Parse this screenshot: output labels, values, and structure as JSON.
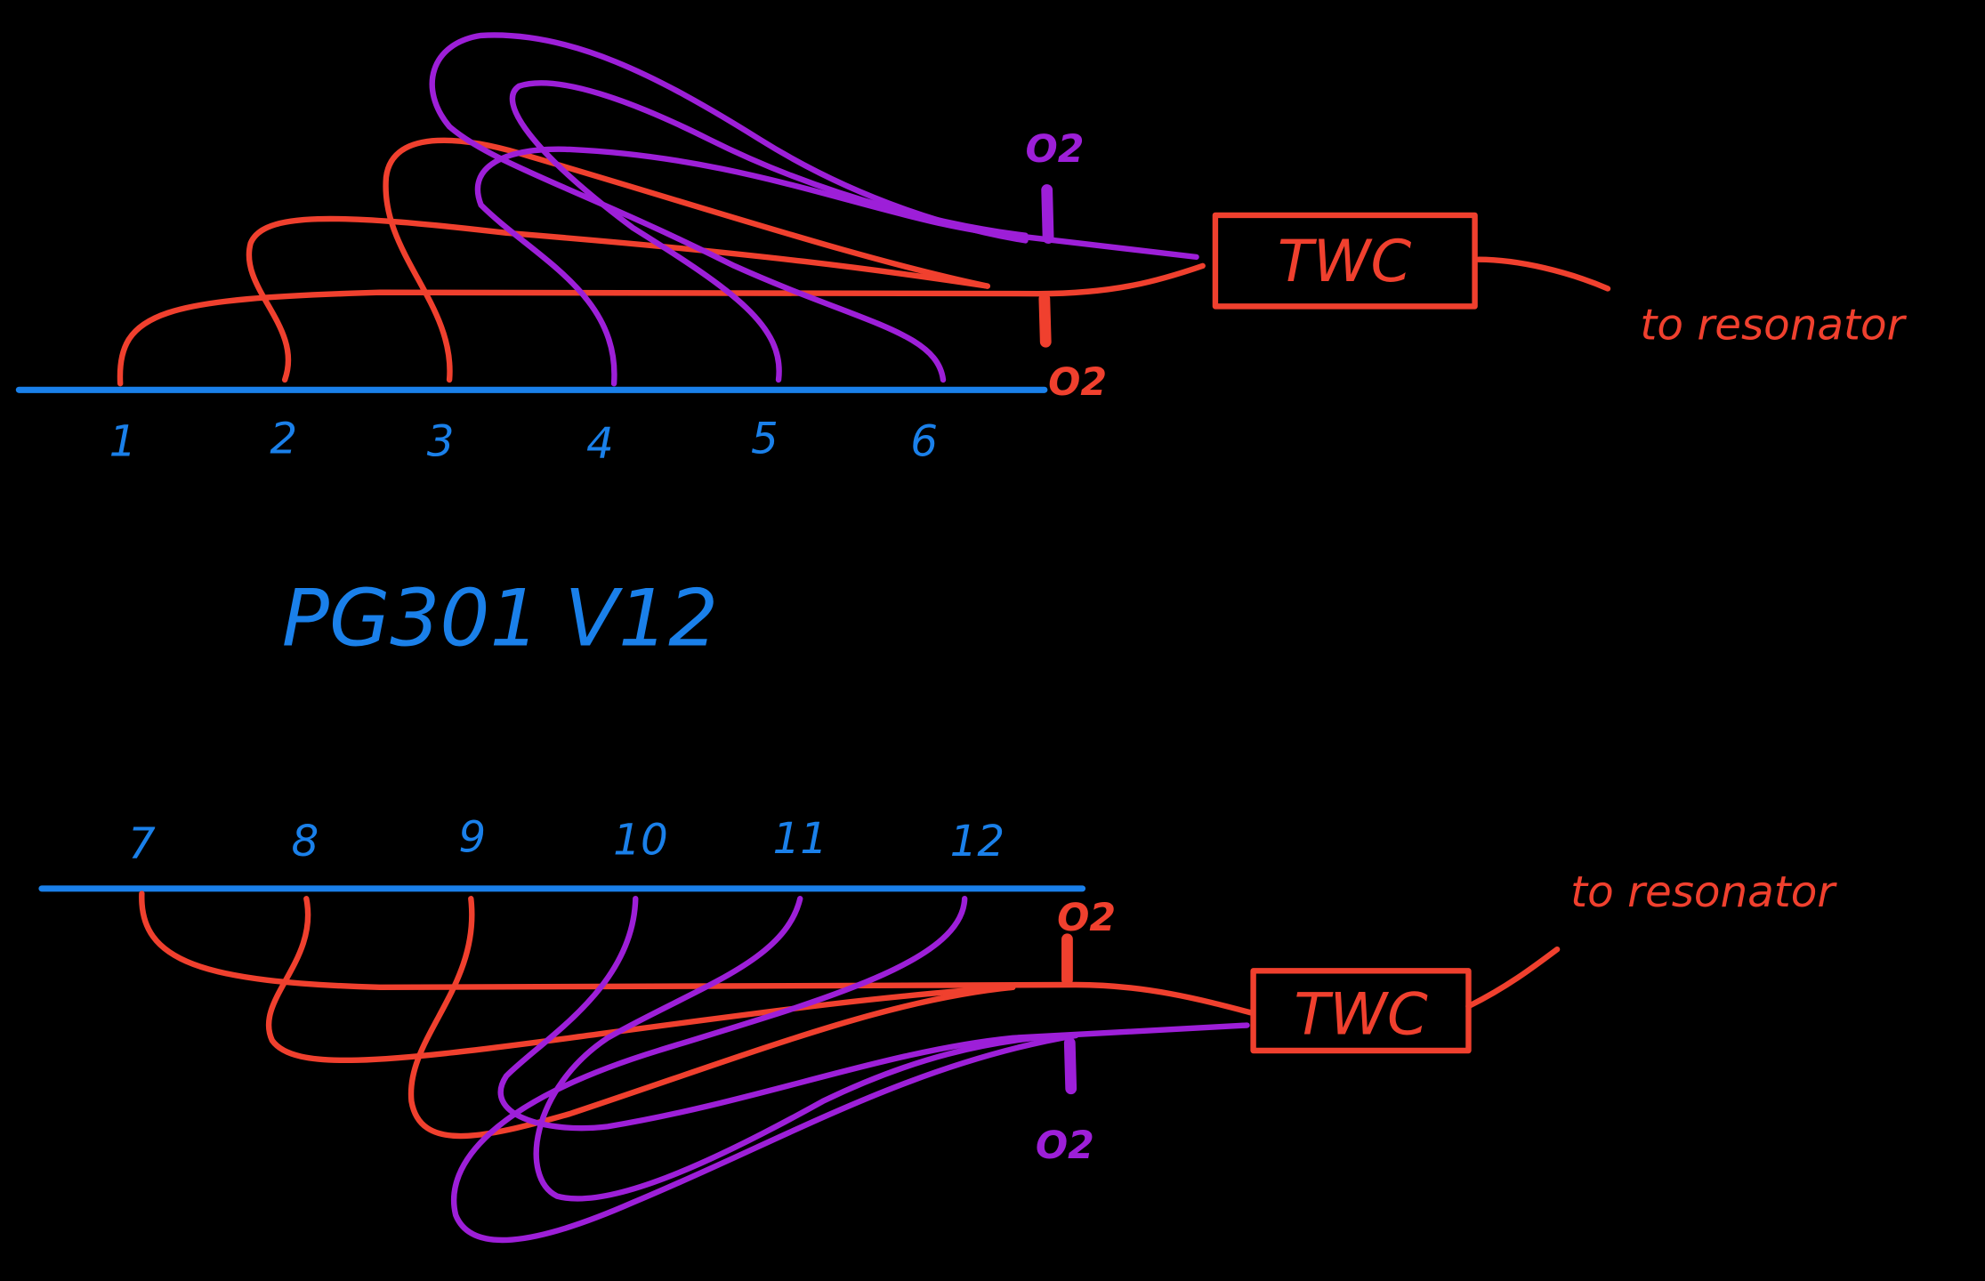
{
  "title": "PG301  V12",
  "top_bank": {
    "ports": [
      "1",
      "2",
      "3",
      "4",
      "5",
      "6"
    ],
    "sensor_upper": "O2",
    "sensor_lower": "O2",
    "converter": "TWC",
    "outlet": "to resonator"
  },
  "bottom_bank": {
    "ports": [
      "7",
      "8",
      "9",
      "10",
      "11",
      "12"
    ],
    "sensor_upper": "O2",
    "sensor_lower": "O2",
    "converter": "TWC",
    "outlet": "to resonator"
  },
  "colors": {
    "background": "#000000",
    "red_runners": "#f0402e",
    "purple_runners": "#9d1fd8",
    "engine_line": "#1a80ea"
  }
}
